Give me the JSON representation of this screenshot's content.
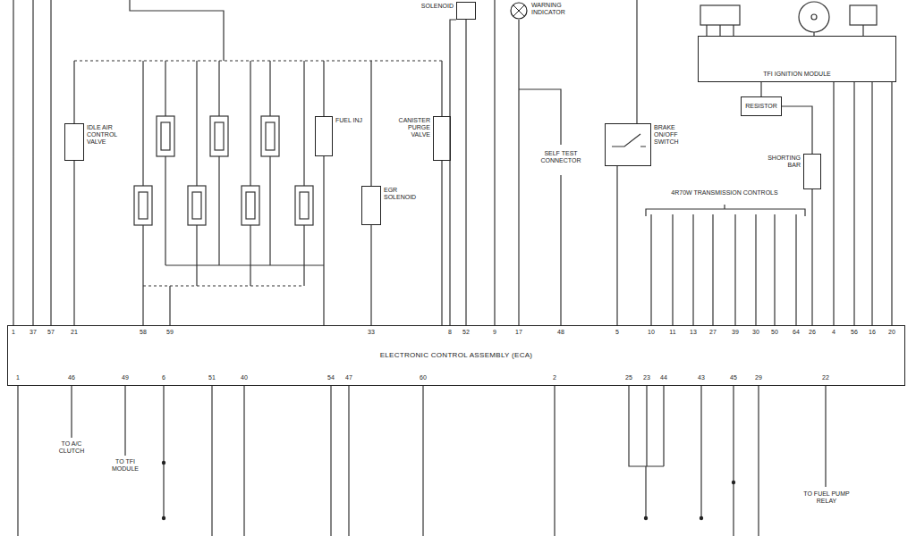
{
  "diagram": {
    "nodes": [
      {
        "text": [
          "SOLENOID"
        ]
      },
      {
        "text": [
          "WARNING INDICATOR"
        ]
      },
      {
        "text": [
          "TFI IGNITION MODULE"
        ]
      },
      {
        "text": [
          "IDLE AIR CONTROL VALVE"
        ]
      },
      {
        "text": [
          "FUEL INJ"
        ]
      },
      {
        "text": [
          "CANISTER PURGE VALVE"
        ]
      },
      {
        "text": [
          "RESISTOR"
        ]
      },
      {
        "text": [
          "BRAKE ON/OFF SWITCH"
        ]
      },
      {
        "text": [
          "SHORTING BAR"
        ]
      },
      {
        "text": [
          "EGR SOLENOID"
        ]
      },
      {
        "text": [
          "ELECTRONIC CONTROL ASSEMBLY (ECA)"
        ]
      }
    ],
    "edges": [
      {
        "from": 0,
        "to": 10,
        "arrow": "none"
      },
      {
        "from": 1,
        "to": 10,
        "arrow": "none"
      },
      {
        "from": 2,
        "to": 10,
        "arrow": "none"
      },
      {
        "from": 3,
        "to": 10,
        "arrow": "none"
      },
      {
        "from": 4,
        "to": 10,
        "arrow": "none"
      },
      {
        "from": 5,
        "to": 10,
        "arrow": "none"
      },
      {
        "from": 6,
        "to": 2,
        "arrow": "none"
      },
      {
        "from": 7,
        "to": 10,
        "arrow": "none"
      },
      {
        "from": 8,
        "to": 10,
        "arrow": "none"
      },
      {
        "from": 9,
        "to": 10,
        "arrow": "none"
      }
    ],
    "labels": [
      "SELF TEST CONNECTOR",
      "4R70W TRANSMISSION CONTROLS",
      "TO A/C CLUTCH",
      "TO TFI MODULE",
      "TO FUEL PUMP RELAY",
      "1",
      "37",
      "57",
      "21",
      "58",
      "59",
      "33",
      "8",
      "52",
      "9",
      "17",
      "48",
      "5",
      "10",
      "11",
      "13",
      "27",
      "39",
      "30",
      "50",
      "64",
      "26",
      "4",
      "56",
      "16",
      "20",
      "1",
      "46",
      "49",
      "6",
      "51",
      "40",
      "54",
      "47",
      "60",
      "2",
      "25",
      "23",
      "44",
      "43",
      "45",
      "29",
      "22"
    ]
  }
}
